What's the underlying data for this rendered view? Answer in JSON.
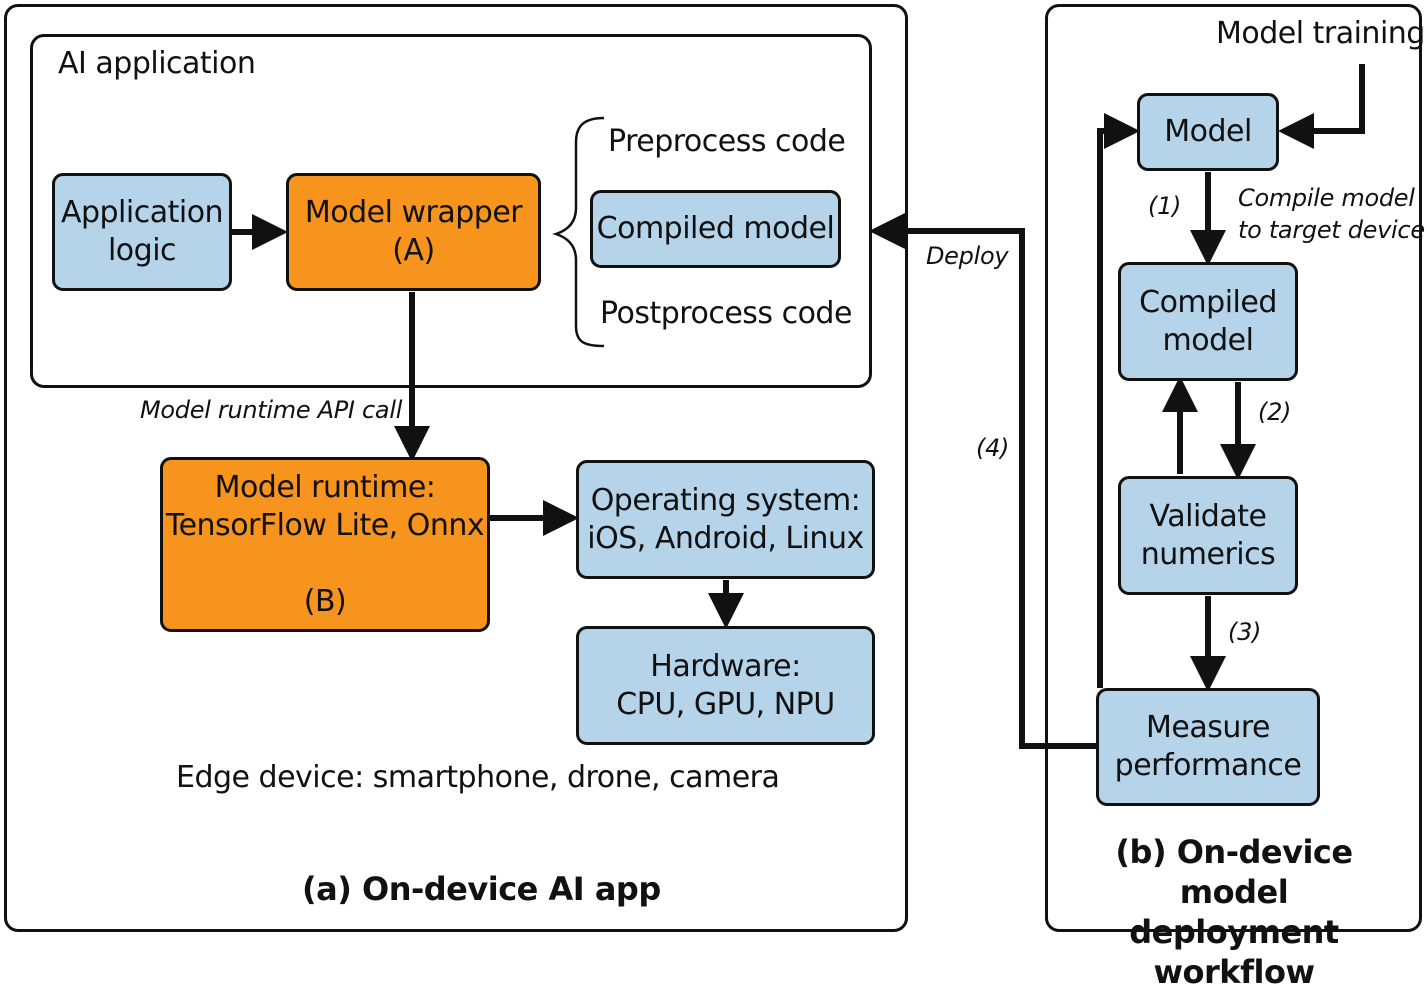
{
  "panel_a": {
    "caption": "(a) On-device AI app",
    "app_title": "AI application",
    "edge_device": "Edge device: smartphone, drone, camera",
    "app_logic": "Application\nlogic",
    "model_wrapper": "Model wrapper\n(A)",
    "preprocess": "Preprocess code",
    "compiled_model": "Compiled model",
    "postprocess": "Postprocess code",
    "api_call": "Model runtime API call",
    "model_runtime": "Model runtime:\nTensorFlow Lite, Onnx\n\n(B)",
    "os": "Operating system:\niOS, Android, Linux",
    "hardware": "Hardware:\nCPU, GPU, NPU"
  },
  "panel_b": {
    "caption": "(b) On-device model\ndeployment workflow",
    "model_training": "Model training",
    "model": "Model",
    "step1": "(1)",
    "compile_note": "Compile model\nto target device",
    "compiled_model": "Compiled\nmodel",
    "step2": "(2)",
    "validate": "Validate\nnumerics",
    "step3": "(3)",
    "measure": "Measure\nperformance"
  },
  "connector": {
    "deploy": "Deploy",
    "step4": "(4)"
  }
}
